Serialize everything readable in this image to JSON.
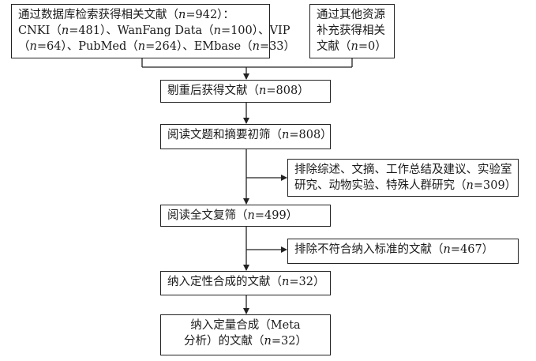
{
  "boxes": {
    "database": {
      "lines": [
        "通过数据库检索获得相关文献（n=942）：",
        "CNKI（n=481）、WanFang Data（n=100）、VIP",
        "（n=64）、PubMed（n=264）、EMbase（n=33）"
      ]
    },
    "other": {
      "lines": [
        "通过其他资源",
        "补充获得相关",
        "文献（n=0）"
      ]
    },
    "dedup": {
      "lines": [
        "剔重后获得文献（n=808）"
      ]
    },
    "screen": {
      "lines": [
        "阅读文题和摘要初筛（n=808）"
      ]
    },
    "exclude1": {
      "lines": [
        "排除综述、文摘、工作总结及建议、实验室",
        "研究、动物实验、特殊人群研究（n=309）"
      ]
    },
    "fulltext": {
      "lines": [
        "阅读全文复筛（n=499）"
      ]
    },
    "exclude2": {
      "lines": [
        "排除不符合纳入标准的文献（n=467）"
      ]
    },
    "qualitative": {
      "lines": [
        "纳入定性合成的文献（n=32）"
      ]
    },
    "quantitative": {
      "lines": [
        "纳入定量合成（Meta",
        "分析）的文献（n=32）"
      ]
    }
  }
}
